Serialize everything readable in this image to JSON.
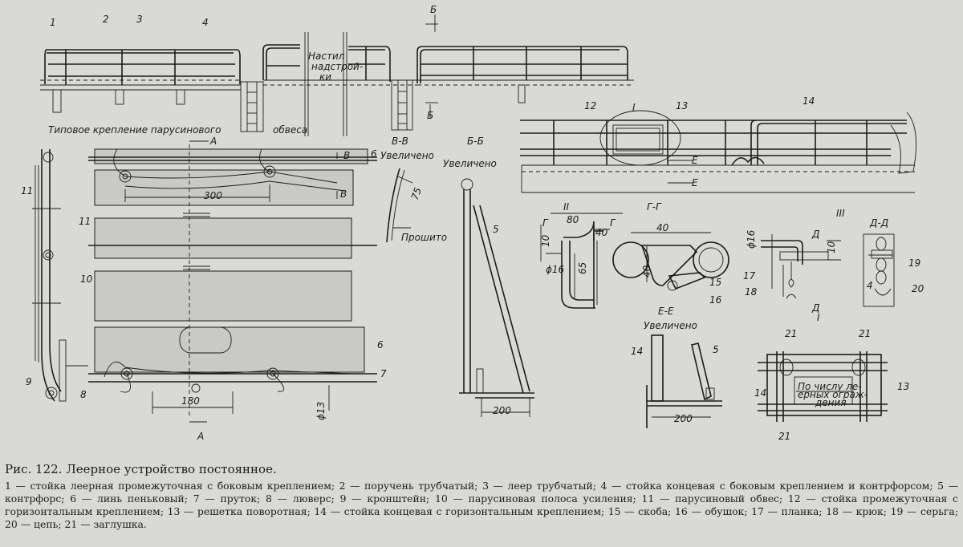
{
  "figure": {
    "caption_title": "Рис. 122. Леерное устройство постоянное.",
    "legend": "1 — стойка леерная промежуточная с боковым креплением; 2 — поручень трубчатый; 3 — леер трубчатый; 4 — стойка концевая с боковым креплением и контрфорсом; 5 — контрфорс; 6 — линь пеньковый; 7 — пруток; 8 — люверс; 9 — кронштейн; 10 — парусиновая полоса усиления; 11 — парусиновый обвес; 12 — стойка промежуточная с горизонтальным креплением; 13 — решетка поворотная; 14 — стойка концевая с горизонтальным креплением; 15 — скоба; 16 — обушок; 17 — планка; 18 — крюк; 19 — серьга; 20 — цепь; 21 — заглушка."
  },
  "labels": {
    "nastil": "Настил",
    "nadstroyki": "надстрой-",
    "ki": "ки",
    "tipovoe": "Типовое крепление парусинового",
    "obvesa": "обвеса",
    "section_vv": "В-В",
    "section_bb": "Б-Б",
    "section_gg": "Г-Г",
    "section_dd": "Д-Д",
    "section_ee": "Е-Е",
    "uvelicheno": "Увеличено",
    "proshito": "Прошито",
    "po_chislu_1": "По числу ле-",
    "po_chislu_2": "ерных ограж-",
    "po_chislu_3": "дения",
    "cut_a": "А",
    "cut_b": "Б",
    "cut_v": "В",
    "cut_g": "Г",
    "cut_d": "Д",
    "cut_e": "Е",
    "view_I": "I",
    "view_II": "II",
    "view_III": "III"
  },
  "dimensions": {
    "d300": "300",
    "d180": "180",
    "d13": "ϕ13",
    "d75": "75",
    "d200a": "200",
    "d200b": "200",
    "d80": "80",
    "d40a": "40",
    "d10a": "10",
    "d16a": "ϕ16",
    "d65": "65",
    "d40b": "40",
    "d40c": "40",
    "d16b": "ϕ16",
    "d10b": "10",
    "d4": "4"
  },
  "callouts": [
    "1",
    "2",
    "3",
    "4",
    "5",
    "6",
    "7",
    "8",
    "9",
    "10",
    "11",
    "12",
    "13",
    "14",
    "15",
    "16",
    "17",
    "18",
    "19",
    "20",
    "21"
  ]
}
